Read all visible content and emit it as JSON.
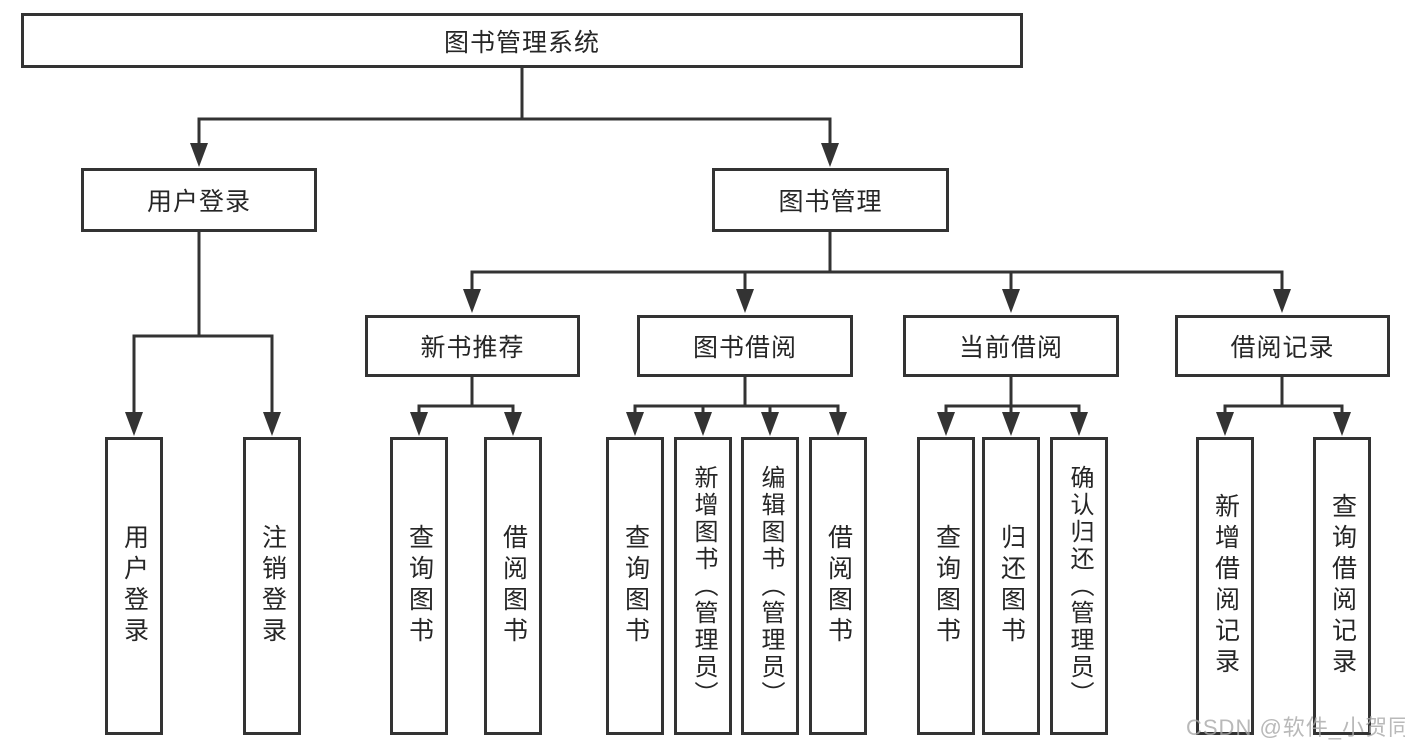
{
  "diagram": {
    "root_label": "图书管理系统",
    "branches": [
      {
        "label": "用户登录",
        "children": [
          {
            "label": "用户登录"
          },
          {
            "label": "注销登录"
          }
        ]
      },
      {
        "label": "图书管理",
        "sections": [
          {
            "label": "新书推荐",
            "children": [
              {
                "label": "查询图书"
              },
              {
                "label": "借阅图书"
              }
            ]
          },
          {
            "label": "图书借阅",
            "children": [
              {
                "label": "查询图书"
              },
              {
                "label": "新增图书（管理员）"
              },
              {
                "label": "编辑图书（管理员）"
              },
              {
                "label": "借阅图书"
              }
            ]
          },
          {
            "label": "当前借阅",
            "children": [
              {
                "label": "查询图书"
              },
              {
                "label": "归还图书"
              },
              {
                "label": "确认归还（管理员）"
              }
            ]
          },
          {
            "label": "借阅记录",
            "children": [
              {
                "label": "新增借阅记录"
              },
              {
                "label": "查询借阅记录"
              }
            ]
          }
        ]
      }
    ]
  },
  "watermark": {
    "text": "CSDN @软件_小贺同学"
  },
  "colors": {
    "line": "#333333",
    "box_border": "#333333",
    "box_background": "#ffffff",
    "text": "#262626",
    "page_background": "#ffffff",
    "watermark": "#b8b8b8"
  }
}
